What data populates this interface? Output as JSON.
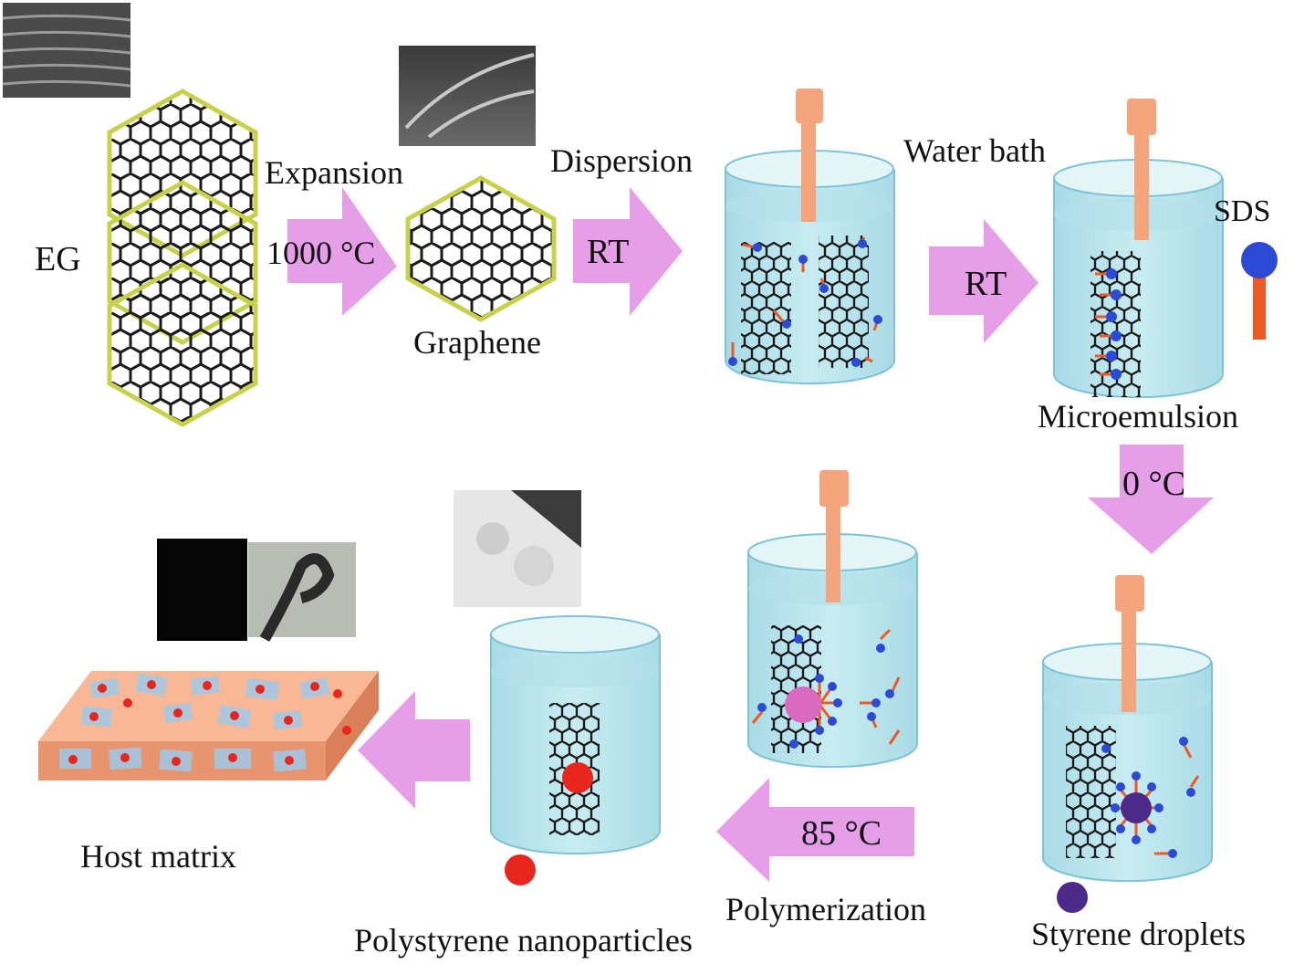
{
  "labels": {
    "eg": "EG",
    "expansion": "Expansion",
    "temp_1000": "1000 °C",
    "graphene": "Graphene",
    "dispersion": "Dispersion",
    "rt_1": "RT",
    "water_bath": "Water bath",
    "rt_2": "RT",
    "sds": "SDS",
    "microemulsion": "Microemulsion",
    "temp_0": "0 °C",
    "styrene_droplets": "Styrene droplets",
    "temp_85": "85 °C",
    "polymerization": "Polymerization",
    "polystyrene_nanoparticles": "Polystyrene nanoparticles",
    "host_matrix": "Host matrix"
  },
  "colors": {
    "arrow": "#e79ee8",
    "water": "#b9e4ec",
    "beaker_edge": "#7fc3d6",
    "stirrer": "#f4a57c",
    "sds_head": "#2b4bd6",
    "sds_tail": "#ee5a24",
    "graphene_bond": "#1b1b1b",
    "graphene_h": "#c7d14a",
    "polystyrene": "#e8261e",
    "styrene": "#4c2a8a",
    "pink_droplet": "#d96ac0",
    "host_top": "#f8b895",
    "host_side": "#e8956f",
    "flake": "#9fc9e8"
  }
}
